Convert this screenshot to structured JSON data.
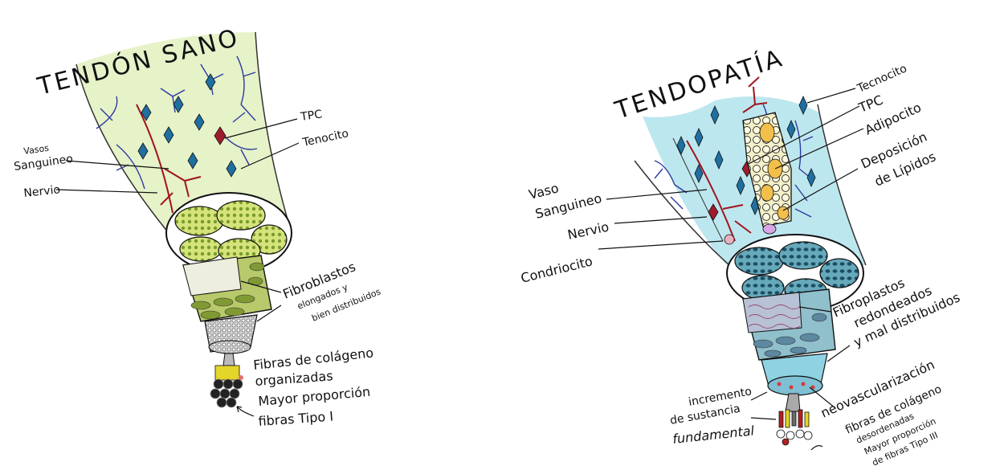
{
  "left": {
    "title": "TENDÓN SANO",
    "labels": {
      "tpc": "TPC",
      "tenocito": "Tenocito",
      "vasos_line1": "Vasos",
      "vasos_line2": "Sanguineo",
      "nervio": "Nervio",
      "fibro_line1": "Fibroblastos",
      "fibro_line2": "elongados y",
      "fibro_line3": "bien distribuidos",
      "colageno_line1": "Fibras de colágeno",
      "colageno_line2": "organizadas",
      "mayor": "Mayor proporción",
      "tipo": "fibras Tipo I"
    }
  },
  "right": {
    "title": "TENDOPATÍA",
    "labels": {
      "tecnocito": "Tecnocito",
      "tpc": "TPC",
      "adipocito": "Adipocito",
      "depo_line1": "Deposición",
      "depo_line2": "de Lípidos",
      "vaso_line1": "Vaso",
      "vaso_line2": "Sanguineo",
      "nervio": "Nervio",
      "condriocito": "Condriocito",
      "fibro_line1": "Fibroplastos",
      "fibro_line2": "redondeados",
      "fibro_line3": "y mal distribuidos",
      "neovas": "neovascularización",
      "incremento_line1": "incremento",
      "incremento_line2": "de sustancia",
      "incremento_line3": "fundamental",
      "colageno_line1": "fibras de colágeno",
      "colageno_line2": "desordenadas",
      "mayor": "Mayor proporción",
      "tipo": "de fibras Tipo III"
    }
  },
  "colors": {
    "healthy_bg": "#e4f2c4",
    "tendinopathy_bg": "#b9e6ee",
    "cell_blue": "#1f6fa0",
    "tpc_red": "#a01c2c",
    "nerve_red": "#a0151f",
    "vessel_blue": "#2d3aa0",
    "fascicle_green": "#8fae3e",
    "fascicle_teal": "#2e6c80",
    "adipocyte": "#f2c04a"
  }
}
